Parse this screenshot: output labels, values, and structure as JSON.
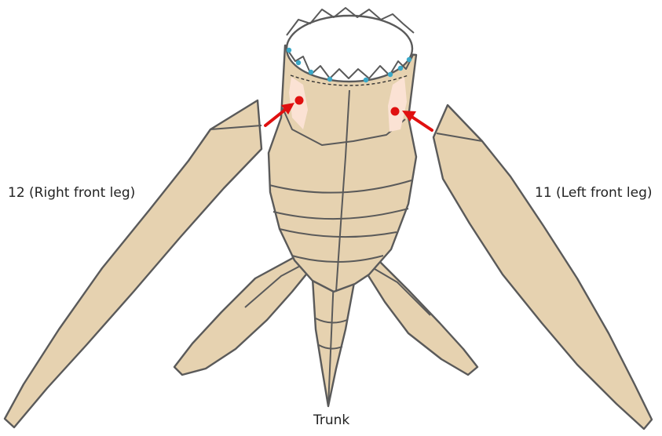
{
  "labels": {
    "right_front_leg": "12 (Right front leg)",
    "left_front_leg": "11 (Left front leg)",
    "trunk": "Trunk"
  },
  "colors": {
    "body_fill": "#e6d2b0",
    "outline": "#5a5a5a",
    "highlight_patch": "#fbe2d4",
    "marker_dot": "#e01010",
    "arrow": "#e01010",
    "rim_dot": "#3aa8c8"
  },
  "icons": {
    "attachment_arrow": "red-arrow-icon",
    "attachment_point": "red-dot-icon",
    "rim_point": "blue-dot-icon"
  }
}
